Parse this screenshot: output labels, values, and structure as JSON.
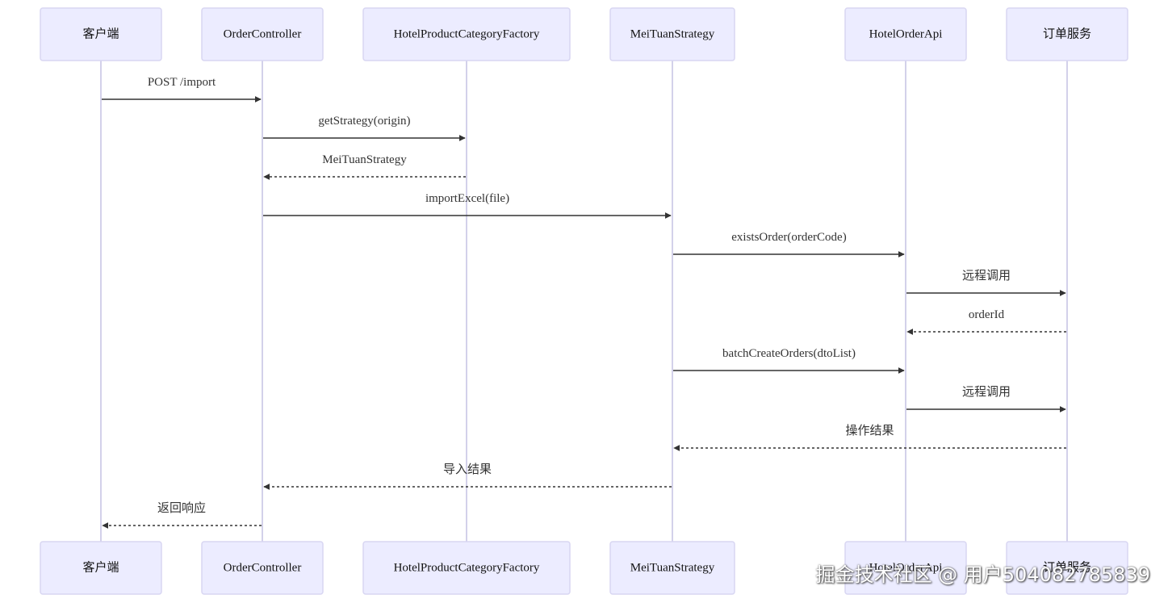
{
  "participants": [
    {
      "id": "client",
      "label": "客户端"
    },
    {
      "id": "controller",
      "label": "OrderController"
    },
    {
      "id": "factory",
      "label": "HotelProductCategoryFactory"
    },
    {
      "id": "strategy",
      "label": "MeiTuanStrategy"
    },
    {
      "id": "api",
      "label": "HotelOrderApi"
    },
    {
      "id": "service",
      "label": "订单服务"
    }
  ],
  "messages": [
    {
      "from": "client",
      "to": "controller",
      "label": "POST /import",
      "style": "solid"
    },
    {
      "from": "controller",
      "to": "factory",
      "label": "getStrategy(origin)",
      "style": "solid"
    },
    {
      "from": "factory",
      "to": "controller",
      "label": "MeiTuanStrategy",
      "style": "dashed"
    },
    {
      "from": "controller",
      "to": "strategy",
      "label": "importExcel(file)",
      "style": "solid"
    },
    {
      "from": "strategy",
      "to": "api",
      "label": "existsOrder(orderCode)",
      "style": "solid"
    },
    {
      "from": "api",
      "to": "service",
      "label": "远程调用",
      "style": "solid"
    },
    {
      "from": "service",
      "to": "api",
      "label": "orderId",
      "style": "dashed"
    },
    {
      "from": "strategy",
      "to": "api",
      "label": "batchCreateOrders(dtoList)",
      "style": "solid"
    },
    {
      "from": "api",
      "to": "service",
      "label": "远程调用",
      "style": "solid"
    },
    {
      "from": "service",
      "to": "strategy",
      "label": "操作结果",
      "style": "dashed"
    },
    {
      "from": "strategy",
      "to": "controller",
      "label": "导入结果",
      "style": "dashed"
    },
    {
      "from": "controller",
      "to": "client",
      "label": "返回响应",
      "style": "dashed"
    }
  ],
  "watermark": "掘金技术社区 @ 用户5040827858 39",
  "colors": {
    "actor_fill": "#ececff",
    "actor_stroke": "#d8d6f2",
    "lifeline": "#d3d1ea",
    "message": "#333333"
  }
}
